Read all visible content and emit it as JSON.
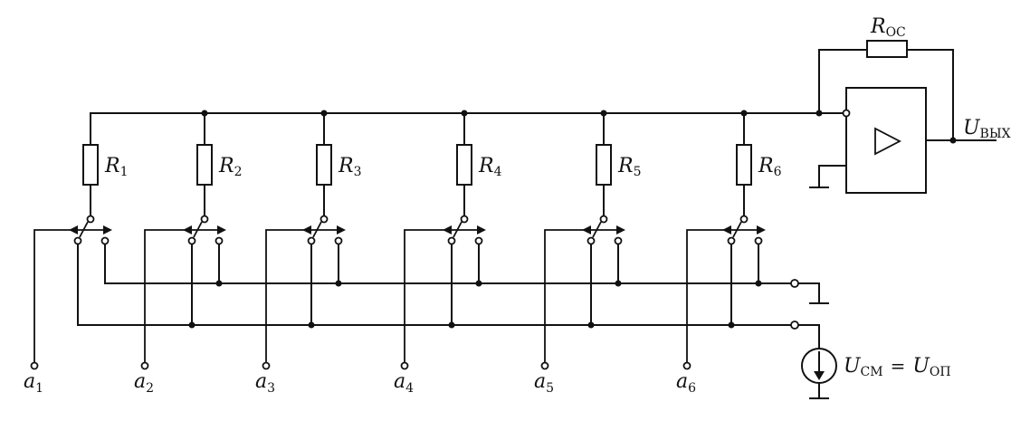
{
  "resistors": [
    {
      "letter": "R",
      "sub": "1"
    },
    {
      "letter": "R",
      "sub": "2"
    },
    {
      "letter": "R",
      "sub": "3"
    },
    {
      "letter": "R",
      "sub": "4"
    },
    {
      "letter": "R",
      "sub": "5"
    },
    {
      "letter": "R",
      "sub": "6"
    }
  ],
  "inputs": [
    {
      "letter": "a",
      "sub": "1"
    },
    {
      "letter": "a",
      "sub": "2"
    },
    {
      "letter": "a",
      "sub": "3"
    },
    {
      "letter": "a",
      "sub": "4"
    },
    {
      "letter": "a",
      "sub": "5"
    },
    {
      "letter": "a",
      "sub": "6"
    }
  ],
  "feedback": {
    "letter": "R",
    "sub": "ОС"
  },
  "output": {
    "letter": "U",
    "sub": "ВЫХ"
  },
  "source": {
    "lhs_letter": "U",
    "lhs_sub": "СМ",
    "equals": "=",
    "rhs_letter": "U",
    "rhs_sub": "ОП"
  }
}
